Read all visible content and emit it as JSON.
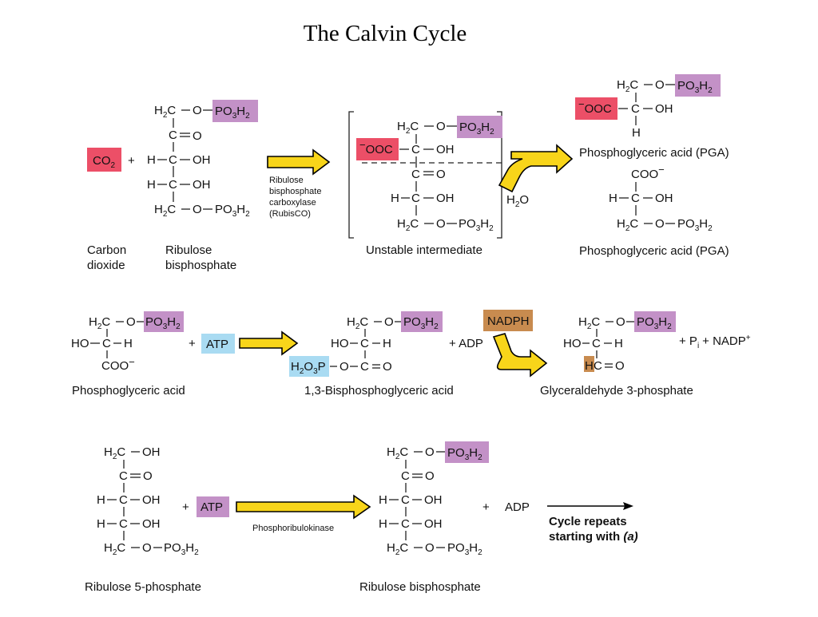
{
  "title": "The Calvin Cycle",
  "colors": {
    "pink": "#ec4f67",
    "purple": "#c391c7",
    "lightblue": "#a9dbf2",
    "orange": "#c88b4f",
    "arrow_yellow": "#f8d51a"
  },
  "step1": {
    "co2": "CO",
    "co2_sub": "2",
    "plus": "+",
    "ribulose": {
      "r1": "H",
      "r1s": "2",
      "r1b": "C",
      "r1c": "O",
      "po3h2": "PO",
      "po3_sub": "3",
      "po3_h": "H",
      "po3_sub2": "2",
      "r2": "C",
      "r2b": "O",
      "r3a": "H",
      "r3b": "C",
      "r3c": "OH",
      "r4a": "H",
      "r4b": "C",
      "r4c": "OH",
      "r5": "H",
      "r5s": "2",
      "r5b": "C",
      "r5c": "O",
      "r5d": "PO",
      "r5ds": "3",
      "r5e": "H",
      "r5es": "2"
    },
    "label_carbon_dioxide": [
      "Carbon",
      "dioxide"
    ],
    "label_ribulose_bisphosphate": [
      "Ribulose",
      "bisphosphate"
    ],
    "enzyme": [
      "Ribulose",
      "bisphosphate",
      "carboxylase",
      "(RubisCO)"
    ],
    "intermediate": {
      "ooc": "OOC",
      "label": "Unstable intermediate"
    },
    "h2o": "H",
    "h2o_sub": "2",
    "h2o_o": "O",
    "pga_top": {
      "ooc": "OOC",
      "oh": "OH",
      "h": "H",
      "label": "Phosphoglyceric acid (PGA)"
    },
    "pga_bottom": {
      "coo": "COO",
      "label": "Phosphoglyceric acid (PGA)"
    }
  },
  "step2": {
    "pga_label": "Phosphoglyceric acid",
    "atp": "ATP",
    "plus": "+",
    "bpg_label": "1,3-Bisphosphoglyceric acid",
    "h2o3p": "H",
    "plus_adp": "+ ADP",
    "nadph": "NADPH",
    "g3p_label": "Glyceraldehyde 3-phosphate",
    "plus_pi": "+ P",
    "pi_sub": "i",
    "plus_nadp": "+ NADP",
    "nadp_sup": "+"
  },
  "step3": {
    "r5p_label": "Ribulose 5-phosphate",
    "plus": "+",
    "atp": "ATP",
    "enzyme": "Phosphoribulokinase",
    "plus2": "+",
    "adp": "ADP",
    "rubp_label": "Ribulose bisphosphate",
    "repeat_line1": "Cycle repeats",
    "repeat_line2a": "starting with",
    "repeat_line2b": "(a)"
  }
}
